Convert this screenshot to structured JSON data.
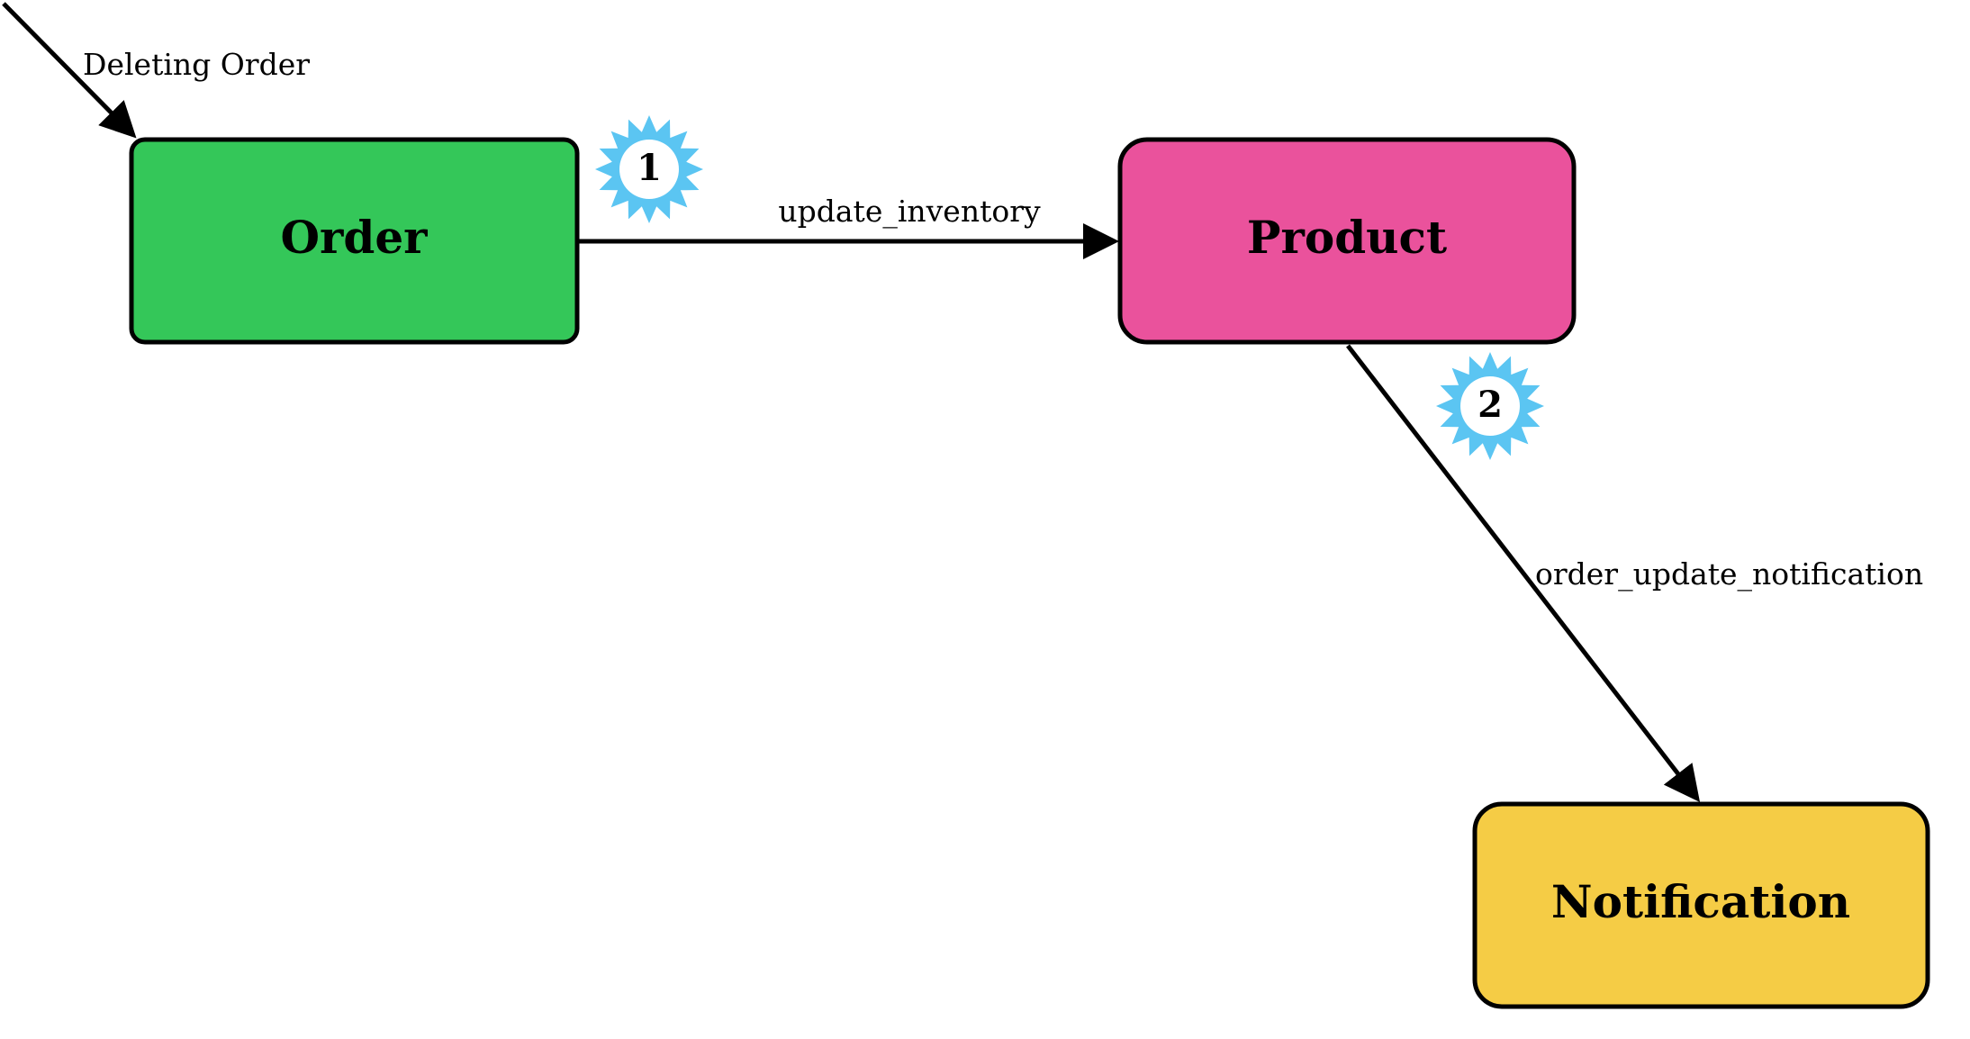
{
  "nodes": {
    "order": {
      "label": "Order",
      "color": "#34C759"
    },
    "product": {
      "label": "Product",
      "color": "#EA529C"
    },
    "notification": {
      "label": "Notification",
      "color": "#F5CC45"
    }
  },
  "edges": {
    "entry": {
      "label": "Deleting Order"
    },
    "order_to_product": {
      "label": "update_inventory"
    },
    "product_to_notification": {
      "label": "order_update_notification"
    }
  },
  "steps": {
    "step1": {
      "number": "1"
    },
    "step2": {
      "number": "2"
    }
  },
  "colors": {
    "badge": "#5BC5F2",
    "stroke": "#000000"
  }
}
